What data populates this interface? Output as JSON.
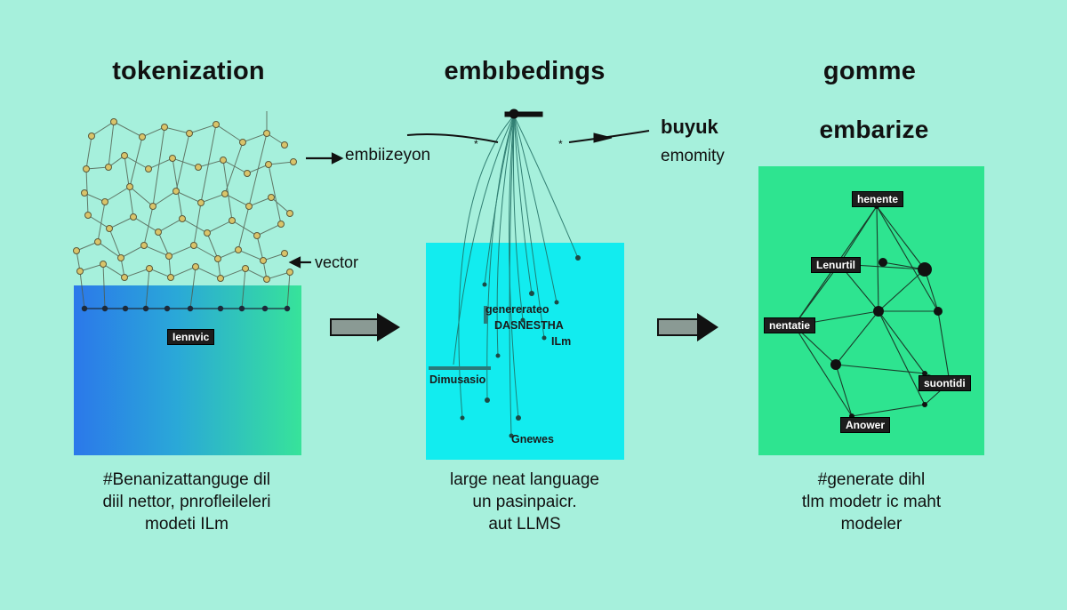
{
  "columns": [
    {
      "title": "tokenization",
      "box_label": "Iennvic",
      "caption": [
        "#Benanizattanguge dil",
        "diil nettor, pnrofleileleri",
        "modeti  ILm"
      ]
    },
    {
      "title": "embıbedings",
      "tags": [
        "genererateo",
        "DASNESTHA",
        "ILm",
        "Dimusasio",
        "Gnewes"
      ],
      "caption": [
        "large neat language",
        "un pasinpaicr.",
        "aut  LLMS"
      ]
    },
    {
      "title": "gomme",
      "subtitle": "embarize",
      "tags": [
        "henente",
        "Lenurtil",
        "nentatie",
        "suontidi",
        "Anower"
      ],
      "caption": [
        "#generate dihl",
        "tlm modetr ic maht",
        "modeler"
      ]
    }
  ],
  "labels": {
    "embiizeyon": "embiizeyon",
    "vector": "vector",
    "buyuk": "buyuk",
    "emomity": "emomity"
  },
  "colors": {
    "background": "#a6f0dc",
    "box_blue": "#2b78ea",
    "box_cyan": "#12ecef",
    "box_green": "#2ee490",
    "node_fill": "#d9c46a"
  }
}
